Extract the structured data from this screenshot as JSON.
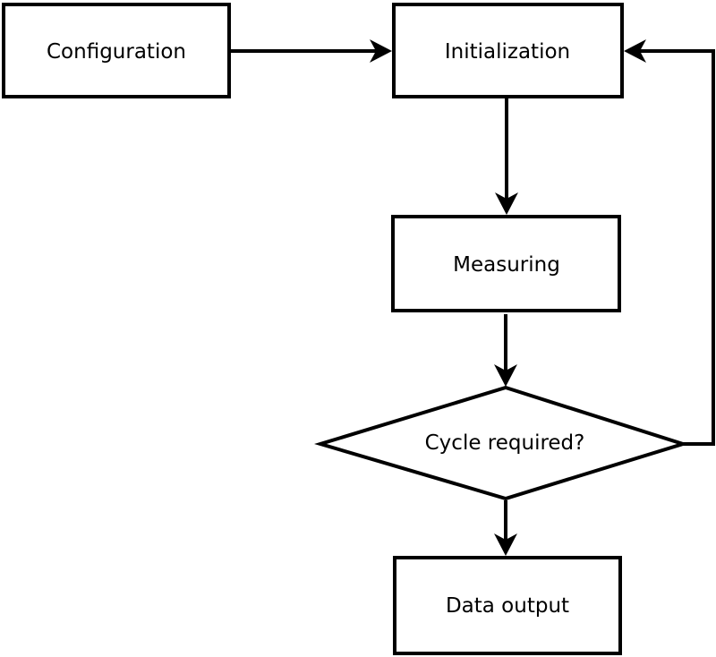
{
  "diagram": {
    "type": "flowchart",
    "nodes": [
      {
        "id": "configuration",
        "label": "Configuration",
        "shape": "rectangle"
      },
      {
        "id": "initialization",
        "label": "Initialization",
        "shape": "rectangle"
      },
      {
        "id": "measuring",
        "label": "Measuring",
        "shape": "rectangle"
      },
      {
        "id": "cycle-required",
        "label": "Cycle required?",
        "shape": "diamond"
      },
      {
        "id": "data-output",
        "label": "Data output",
        "shape": "rectangle"
      }
    ],
    "edges": [
      {
        "from": "configuration",
        "to": "initialization"
      },
      {
        "from": "initialization",
        "to": "measuring"
      },
      {
        "from": "measuring",
        "to": "cycle-required"
      },
      {
        "from": "cycle-required",
        "to": "data-output"
      },
      {
        "from": "cycle-required",
        "to": "initialization"
      }
    ],
    "colors": {
      "stroke": "#000000",
      "node_fill": "#ffffff",
      "text": "#000000",
      "background": "#ffffff"
    }
  }
}
